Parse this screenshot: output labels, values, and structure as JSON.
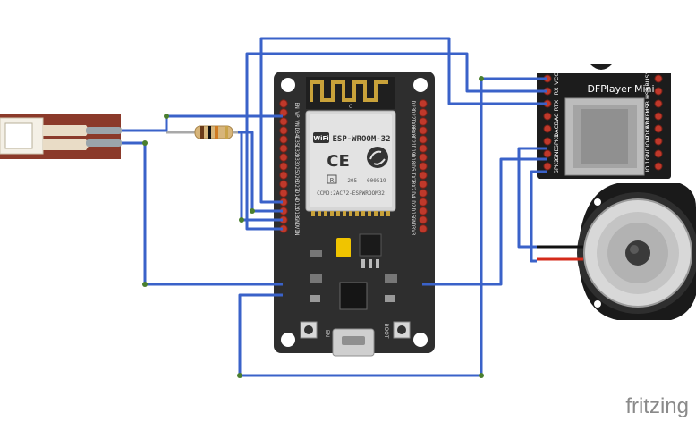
{
  "watermark": {
    "text": "fritzing"
  },
  "esp32": {
    "module_name": "ESP-WROOM-32",
    "module_small": "C",
    "wifi_badge": "WiFi",
    "ce_mark": "CE",
    "reg_r": "R",
    "reg_code": "205 - 000519",
    "cmiit": "CCMD:2AC72-ESPWROOM32",
    "en_label": "EN",
    "boot_label": "BOOT",
    "left_pins": [
      "EN",
      "VP",
      "VN",
      "D34",
      "D35",
      "D32",
      "D33",
      "D25",
      "D26",
      "D27",
      "D14",
      "D12",
      "D13",
      "GND",
      "VIN"
    ],
    "right_pins": [
      "D23",
      "D22",
      "TX0",
      "RX0",
      "D21",
      "D19",
      "D18",
      "D5",
      "TX2",
      "RX2",
      "D4",
      "D2",
      "D15",
      "GND",
      "3V3"
    ]
  },
  "dfplayer": {
    "title": "DFPlayer Mini",
    "left_pins": [
      "VCC",
      "RX",
      "TX",
      "DAC R",
      "DAC L",
      "SPK1",
      "GND",
      "SPK2"
    ],
    "right_pins": [
      "BUSY",
      "USB -",
      "USB +",
      "ADKEY 2",
      "ADKEY 1",
      "IO 2",
      "GND",
      "IO 1"
    ]
  },
  "wire_color": "#3a62c9",
  "board_color": "#2e2e2e",
  "pcb_color": "#8b3a2a"
}
